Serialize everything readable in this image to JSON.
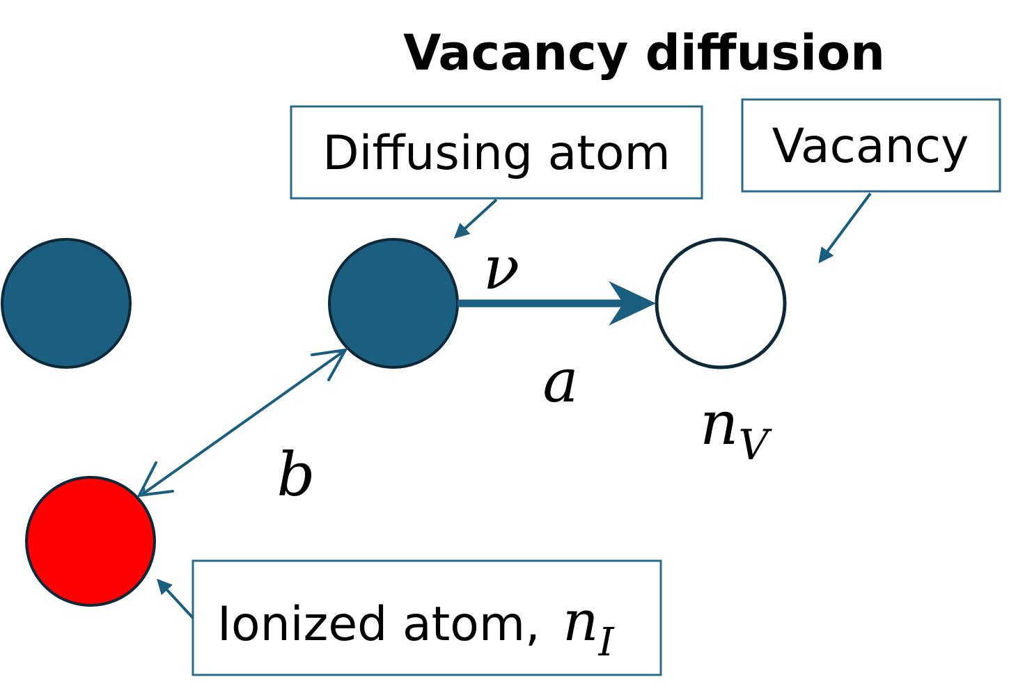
{
  "title": "Vacancy diffusion",
  "labels": {
    "diffusing_atom": "Diffusing atom",
    "vacancy": "Vacancy",
    "ionized_atom": "Ionized atom,"
  },
  "symbols": {
    "jump_frequency": "ν",
    "jump_distance": "a",
    "vacancy_density_base": "n",
    "vacancy_density_sub": "V",
    "ionized_distance": "b",
    "ionized_density_base": "n",
    "ionized_density_sub": "I"
  },
  "colors": {
    "atom": "#1a5e80",
    "atom_outline": "#0d2838",
    "ionized_atom": "#ff0000",
    "arrow": "#1a5e80",
    "box_border": "#2a6a8a",
    "text": "#000000"
  }
}
